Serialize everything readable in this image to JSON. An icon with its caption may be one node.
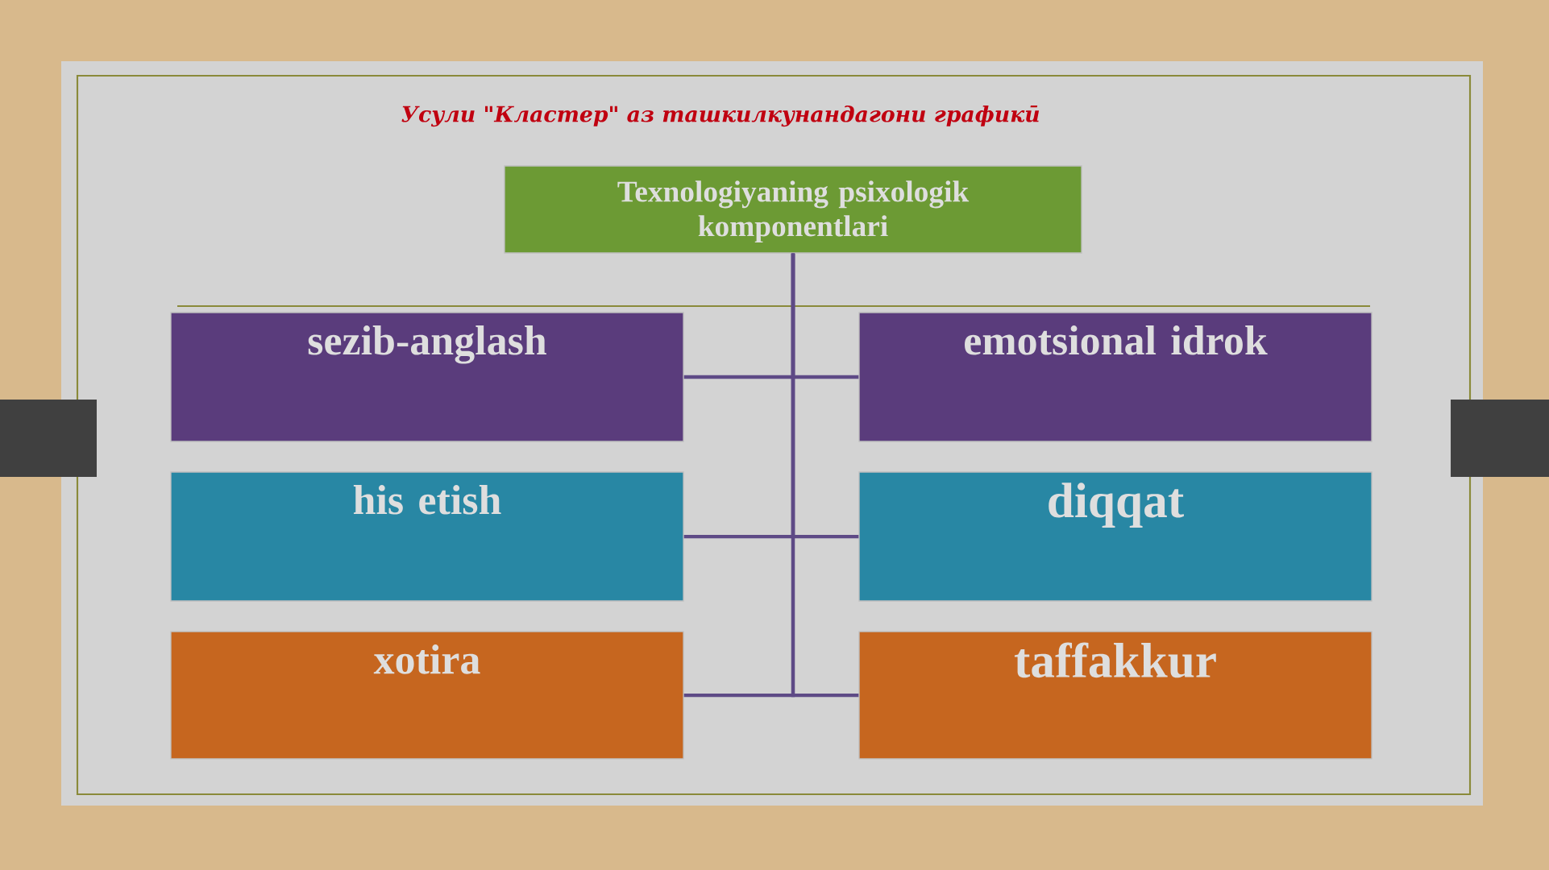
{
  "diagram": {
    "title": "Усули \"Кластер\" аз ташкилкунандагони графикӣ",
    "nodes": [
      {
        "text": [
          "Texnologiyaning psixologik komponentlari"
        ]
      },
      {
        "text": [
          "sezib-anglash"
        ]
      },
      {
        "text": [
          "emotsional idrok"
        ]
      },
      {
        "text": [
          "his etish"
        ]
      },
      {
        "text": [
          "diqqat"
        ]
      },
      {
        "text": [
          "xotira"
        ]
      },
      {
        "text": [
          "taffakkur"
        ]
      }
    ],
    "edges": [
      {
        "from": 0,
        "to": 1,
        "arrow": "none"
      },
      {
        "from": 0,
        "to": 2,
        "arrow": "none"
      },
      {
        "from": 0,
        "to": 3,
        "arrow": "none"
      },
      {
        "from": 0,
        "to": 4,
        "arrow": "none"
      },
      {
        "from": 0,
        "to": 5,
        "arrow": "none"
      },
      {
        "from": 0,
        "to": 6,
        "arrow": "none"
      }
    ]
  }
}
